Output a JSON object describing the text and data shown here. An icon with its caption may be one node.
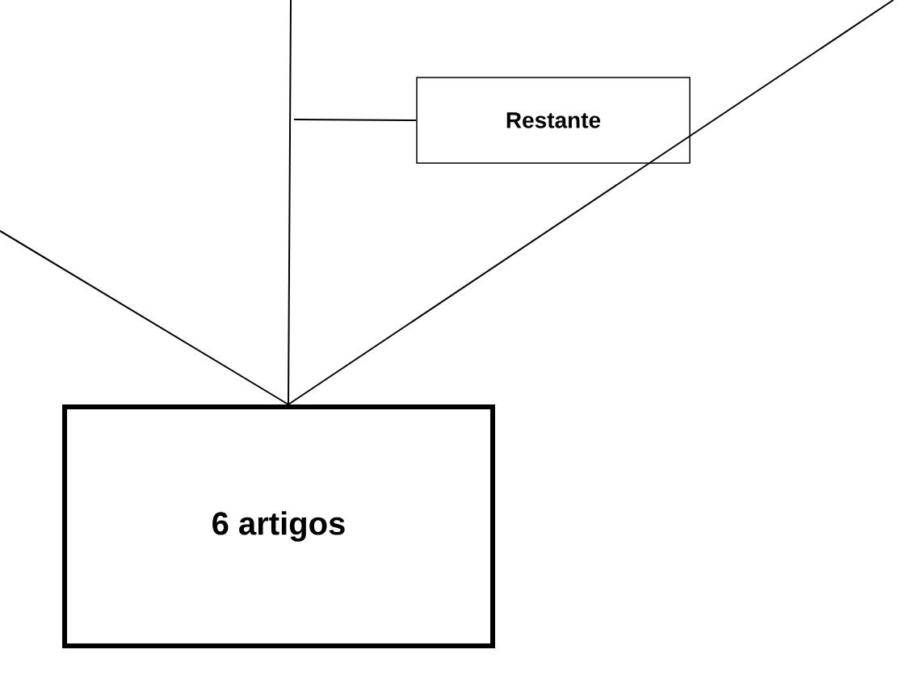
{
  "diagram": {
    "nodes": [
      {
        "text": [
          "Restante"
        ]
      },
      {
        "text": [
          "6 artigos"
        ]
      }
    ],
    "edges": [
      {
        "from": null,
        "to": 1,
        "arrow": "none"
      },
      {
        "from": null,
        "to": 1,
        "arrow": "none"
      },
      {
        "from": null,
        "to": 1,
        "arrow": "none"
      },
      {
        "from": 0,
        "to": null,
        "arrow": "none"
      }
    ]
  }
}
